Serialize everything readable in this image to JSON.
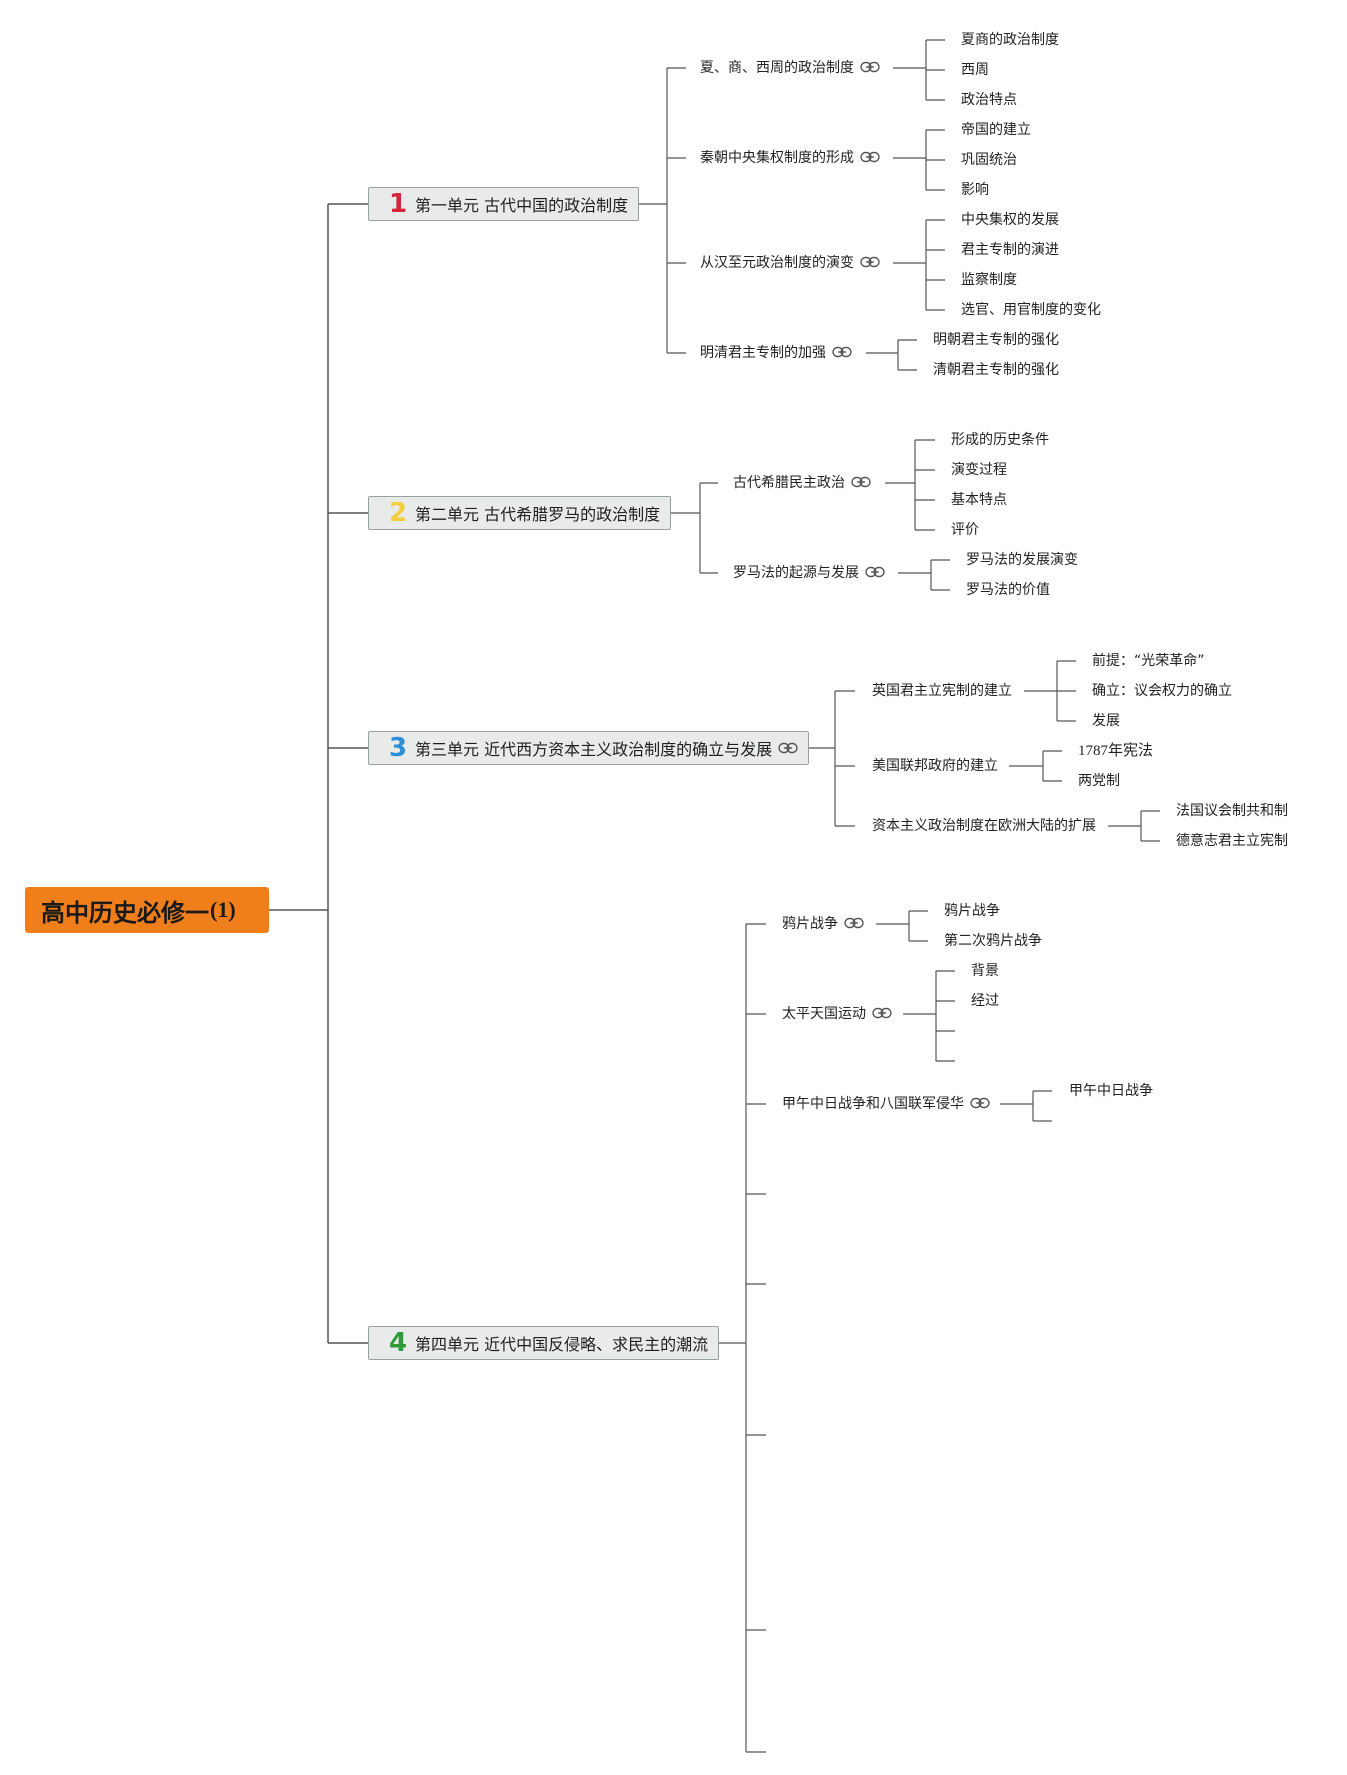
{
  "root": {
    "title": "高中历史必修一",
    "suffix": "(1)"
  },
  "colors": {
    "root_bg": "#f07f1b",
    "unit_bg": "#e8ebe9",
    "unit_border": "#97a39c",
    "badge_1": "#d6243a",
    "badge_2": "#f3cf3f",
    "badge_3": "#2e8fd6",
    "badge_4": "#2e9a3a",
    "line": "#555555"
  },
  "units": [
    {
      "badge": "1",
      "title": "第一单元 古代中国的政治制度",
      "topics": [
        {
          "label": "夏、商、西周的政治制度",
          "icon": "link-icon",
          "items": [
            "夏商的政治制度",
            "西周",
            "政治特点"
          ]
        },
        {
          "label": "秦朝中央集权制度的形成",
          "icon": "link-icon",
          "items": [
            "帝国的建立",
            "巩固统治",
            "影响"
          ]
        },
        {
          "label": "从汉至元政治制度的演变",
          "icon": "link-icon",
          "items": [
            "中央集权的发展",
            "君主专制的演进",
            "监察制度",
            "选官、用官制度的变化"
          ]
        },
        {
          "label": "明清君主专制的加强",
          "icon": "link-icon",
          "items": [
            "明朝君主专制的强化",
            "清朝君主专制的强化"
          ]
        }
      ]
    },
    {
      "badge": "2",
      "title": "第二单元 古代希腊罗马的政治制度",
      "topics": [
        {
          "label": "古代希腊民主政治",
          "icon": "link-icon",
          "items": [
            "形成的历史条件",
            "演变过程",
            "基本特点",
            "评价"
          ]
        },
        {
          "label": "罗马法的起源与发展",
          "icon": "link-icon",
          "items": [
            "罗马法的发展演变",
            "罗马法的价值"
          ]
        }
      ]
    },
    {
      "badge": "3",
      "title": "第三单元 近代西方资本主义政治制度的确立与发展",
      "icon": "link-icon",
      "topics": [
        {
          "label": "英国君主立宪制的建立",
          "items": [
            "前提：“光荣革命”",
            "确立：议会权力的确立",
            "发展"
          ]
        },
        {
          "label": "美国联邦政府的建立",
          "items": [
            "1787年宪法",
            "两党制"
          ]
        },
        {
          "label": "资本主义政治制度在欧洲大陆的扩展",
          "items": [
            "法国议会制共和制",
            "德意志君主立宪制"
          ]
        }
      ]
    },
    {
      "badge": "4",
      "title": "第四单元 近代中国反侵略、求民主的潮流",
      "topics": [
        {
          "label": "鸦片战争",
          "icon": "link-icon",
          "items": [
            "鸦片战争",
            "第二次鸦片战争"
          ]
        },
        {
          "label": "太平天国运动",
          "icon": "link-icon",
          "items": [
            "背景",
            "经过",
            "",
            ""
          ]
        },
        {
          "label": "甲午中日战争和八国联军侵华",
          "icon": "link-icon",
          "items": [
            "甲午中日战争",
            ""
          ]
        },
        {
          "label": ""
        },
        {
          "label": ""
        },
        {
          "label": ""
        },
        {
          "label": ""
        },
        {
          "label": ""
        }
      ]
    }
  ]
}
